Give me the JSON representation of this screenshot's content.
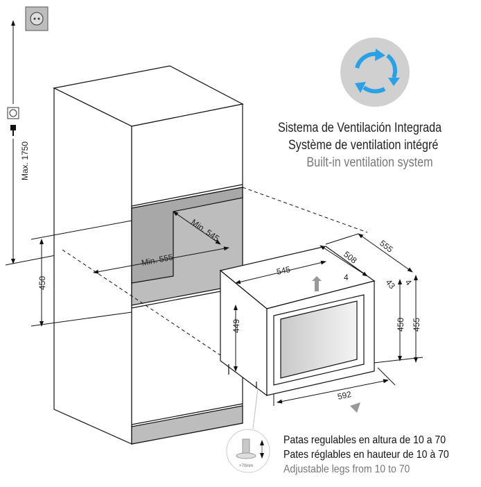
{
  "ventilation": {
    "lines": [
      "Sistema de Ventilación Integrada",
      "Système de ventilation intégré",
      "Built-in ventilation system"
    ],
    "badge_color": "#d0d0d0",
    "arrow_color": "#2aa0e6"
  },
  "legs": {
    "lines": [
      "Patas regulables en altura de 10 a 70",
      "Pates réglables en hauteur de 10 à 70",
      "Adjustable legs from 10 to 70"
    ],
    "detail_label": "+70mm"
  },
  "dimensions": {
    "max_socket_height": "Max. 1750",
    "niche_height": "450",
    "niche_depth_min": "Min. 545",
    "niche_width_min": "Min. 555",
    "appliance_width_top": "545",
    "appliance_depth": "508",
    "appliance_total_depth": "555",
    "gap_a": "4",
    "door_depth": "43",
    "gap_b": "4",
    "body_height": "450",
    "total_height": "455",
    "side_height": "449",
    "front_width": "592"
  }
}
